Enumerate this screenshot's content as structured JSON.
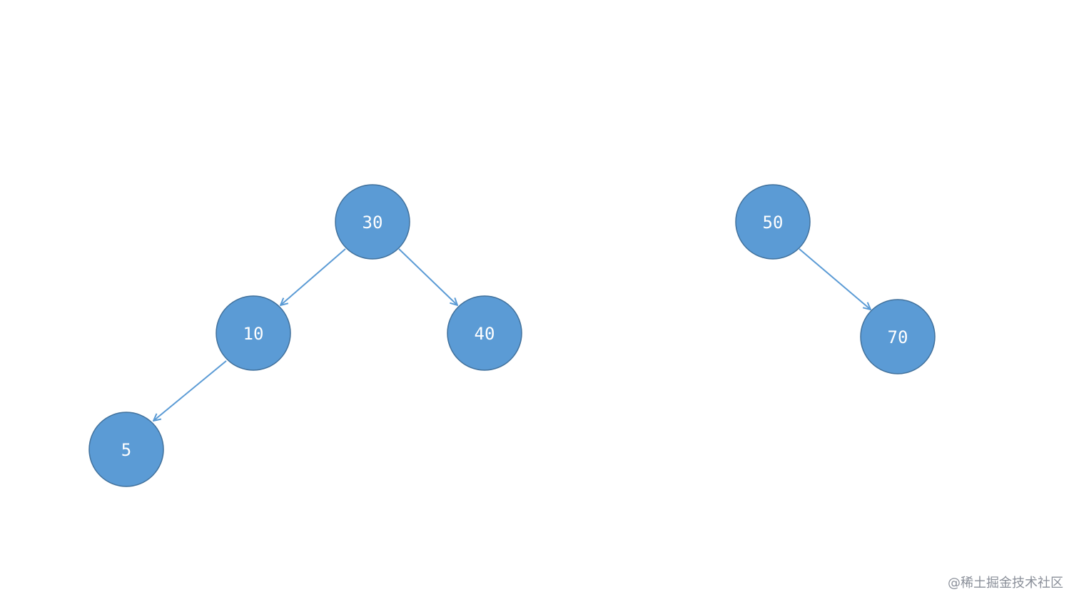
{
  "nodes": [
    {
      "id": "n30",
      "label": "30"
    },
    {
      "id": "n10",
      "label": "10"
    },
    {
      "id": "n40",
      "label": "40"
    },
    {
      "id": "n5",
      "label": "5"
    },
    {
      "id": "n50",
      "label": "50"
    },
    {
      "id": "n70",
      "label": "70"
    }
  ],
  "edges": [
    {
      "from": "30",
      "to": "10"
    },
    {
      "from": "30",
      "to": "40"
    },
    {
      "from": "10",
      "to": "5"
    },
    {
      "from": "50",
      "to": "70"
    }
  ],
  "colors": {
    "node_fill": "#5b9bd5",
    "node_stroke": "#41719c",
    "edge": "#5b9bd5",
    "label": "#ffffff",
    "watermark": "#8a8f99"
  },
  "watermark": "@稀土掘金技术社区"
}
